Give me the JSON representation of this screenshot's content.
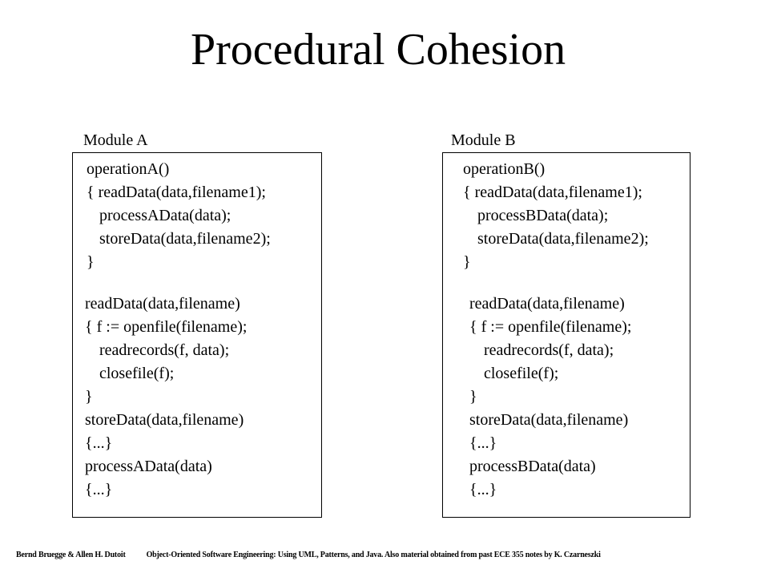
{
  "title": "Procedural Cohesion",
  "modules": [
    {
      "label": "Module A",
      "code": [
        "operationA()",
        "{ readData(data,filename1);",
        "processAData(data);",
        "storeData(data,filename2);",
        "}",
        "readData(data,filename)",
        "{ f := openfile(filename);",
        "readrecords(f, data);",
        "closefile(f);",
        "}",
        "storeData(data,filename)",
        "{...}",
        "processAData(data)",
        "{...}"
      ]
    },
    {
      "label": "Module B",
      "code": [
        "operationB()",
        "{ readData(data,filename1);",
        "processBData(data);",
        "storeData(data,filename2);",
        "}",
        "readData(data,filename)",
        "{ f := openfile(filename);",
        "readrecords(f, data);",
        "closefile(f);",
        "}",
        "storeData(data,filename)",
        "{...}",
        "processBData(data)",
        "{...}"
      ]
    }
  ],
  "footer": {
    "authors": "Bernd Bruegge & Allen H. Dutoit",
    "book": "Object-Oriented Software Engineering: Using UML, Patterns, and Java. Also material obtained from past ECE 355 notes by K. Czarneszki"
  }
}
